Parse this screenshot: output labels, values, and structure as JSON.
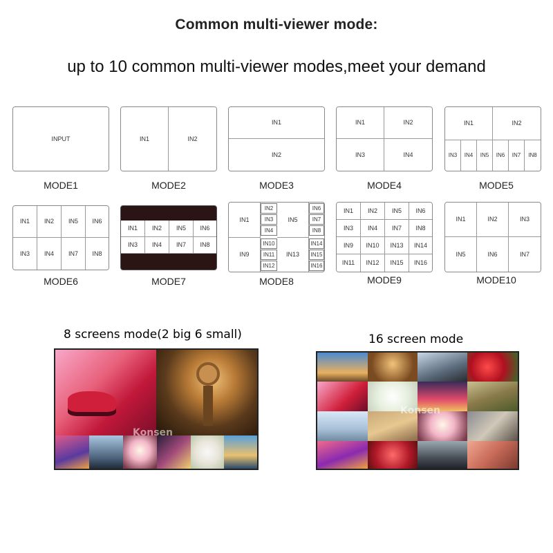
{
  "header": {
    "title": "Common multi-viewer mode:",
    "subtitle": "up to 10 common multi-viewer modes,meet your demand"
  },
  "modes": {
    "m1": {
      "label": "MODE1",
      "cells": [
        "INPUT"
      ]
    },
    "m2": {
      "label": "MODE2",
      "cells": [
        "IN1",
        "IN2"
      ]
    },
    "m3": {
      "label": "MODE3",
      "cells": [
        "IN1",
        "IN2"
      ]
    },
    "m4": {
      "label": "MODE4",
      "cells": [
        "IN1",
        "IN2",
        "IN3",
        "IN4"
      ]
    },
    "m5": {
      "label": "MODE5",
      "cells": [
        "IN1",
        "IN2",
        "IN3",
        "IN4",
        "IN5",
        "IN6",
        "IN7",
        "IN8"
      ]
    },
    "m6": {
      "label": "MODE6",
      "cells": [
        "IN1",
        "IN2",
        "IN5",
        "IN6",
        "IN3",
        "IN4",
        "IN7",
        "IN8"
      ]
    },
    "m7": {
      "label": "MODE7",
      "cells": [
        "IN1",
        "IN2",
        "IN5",
        "IN6",
        "IN3",
        "IN4",
        "IN7",
        "IN8"
      ]
    },
    "m8": {
      "label": "MODE8",
      "cells": [
        "IN1",
        "IN2",
        "IN3",
        "IN4",
        "IN5",
        "IN6",
        "IN7",
        "IN8",
        "IN9",
        "IN10",
        "IN11",
        "IN12",
        "IN13",
        "IN14",
        "IN15",
        "IN16"
      ]
    },
    "m9": {
      "label": "MODE9",
      "cells": [
        "IN1",
        "IN2",
        "IN5",
        "IN6",
        "IN3",
        "IN4",
        "IN7",
        "IN8",
        "IN9",
        "IN10",
        "IN13",
        "IN14",
        "IN11",
        "IN12",
        "IN15",
        "IN16"
      ]
    },
    "m10": {
      "label": "MODE10",
      "cells": [
        "IN1",
        "IN2",
        "IN3",
        "IN5",
        "IN6",
        "IN7"
      ]
    }
  },
  "showcase": {
    "left_title": "8 screens mode(2 big 6 small)",
    "right_title": "16 screen mode",
    "watermark": "Konsen"
  }
}
